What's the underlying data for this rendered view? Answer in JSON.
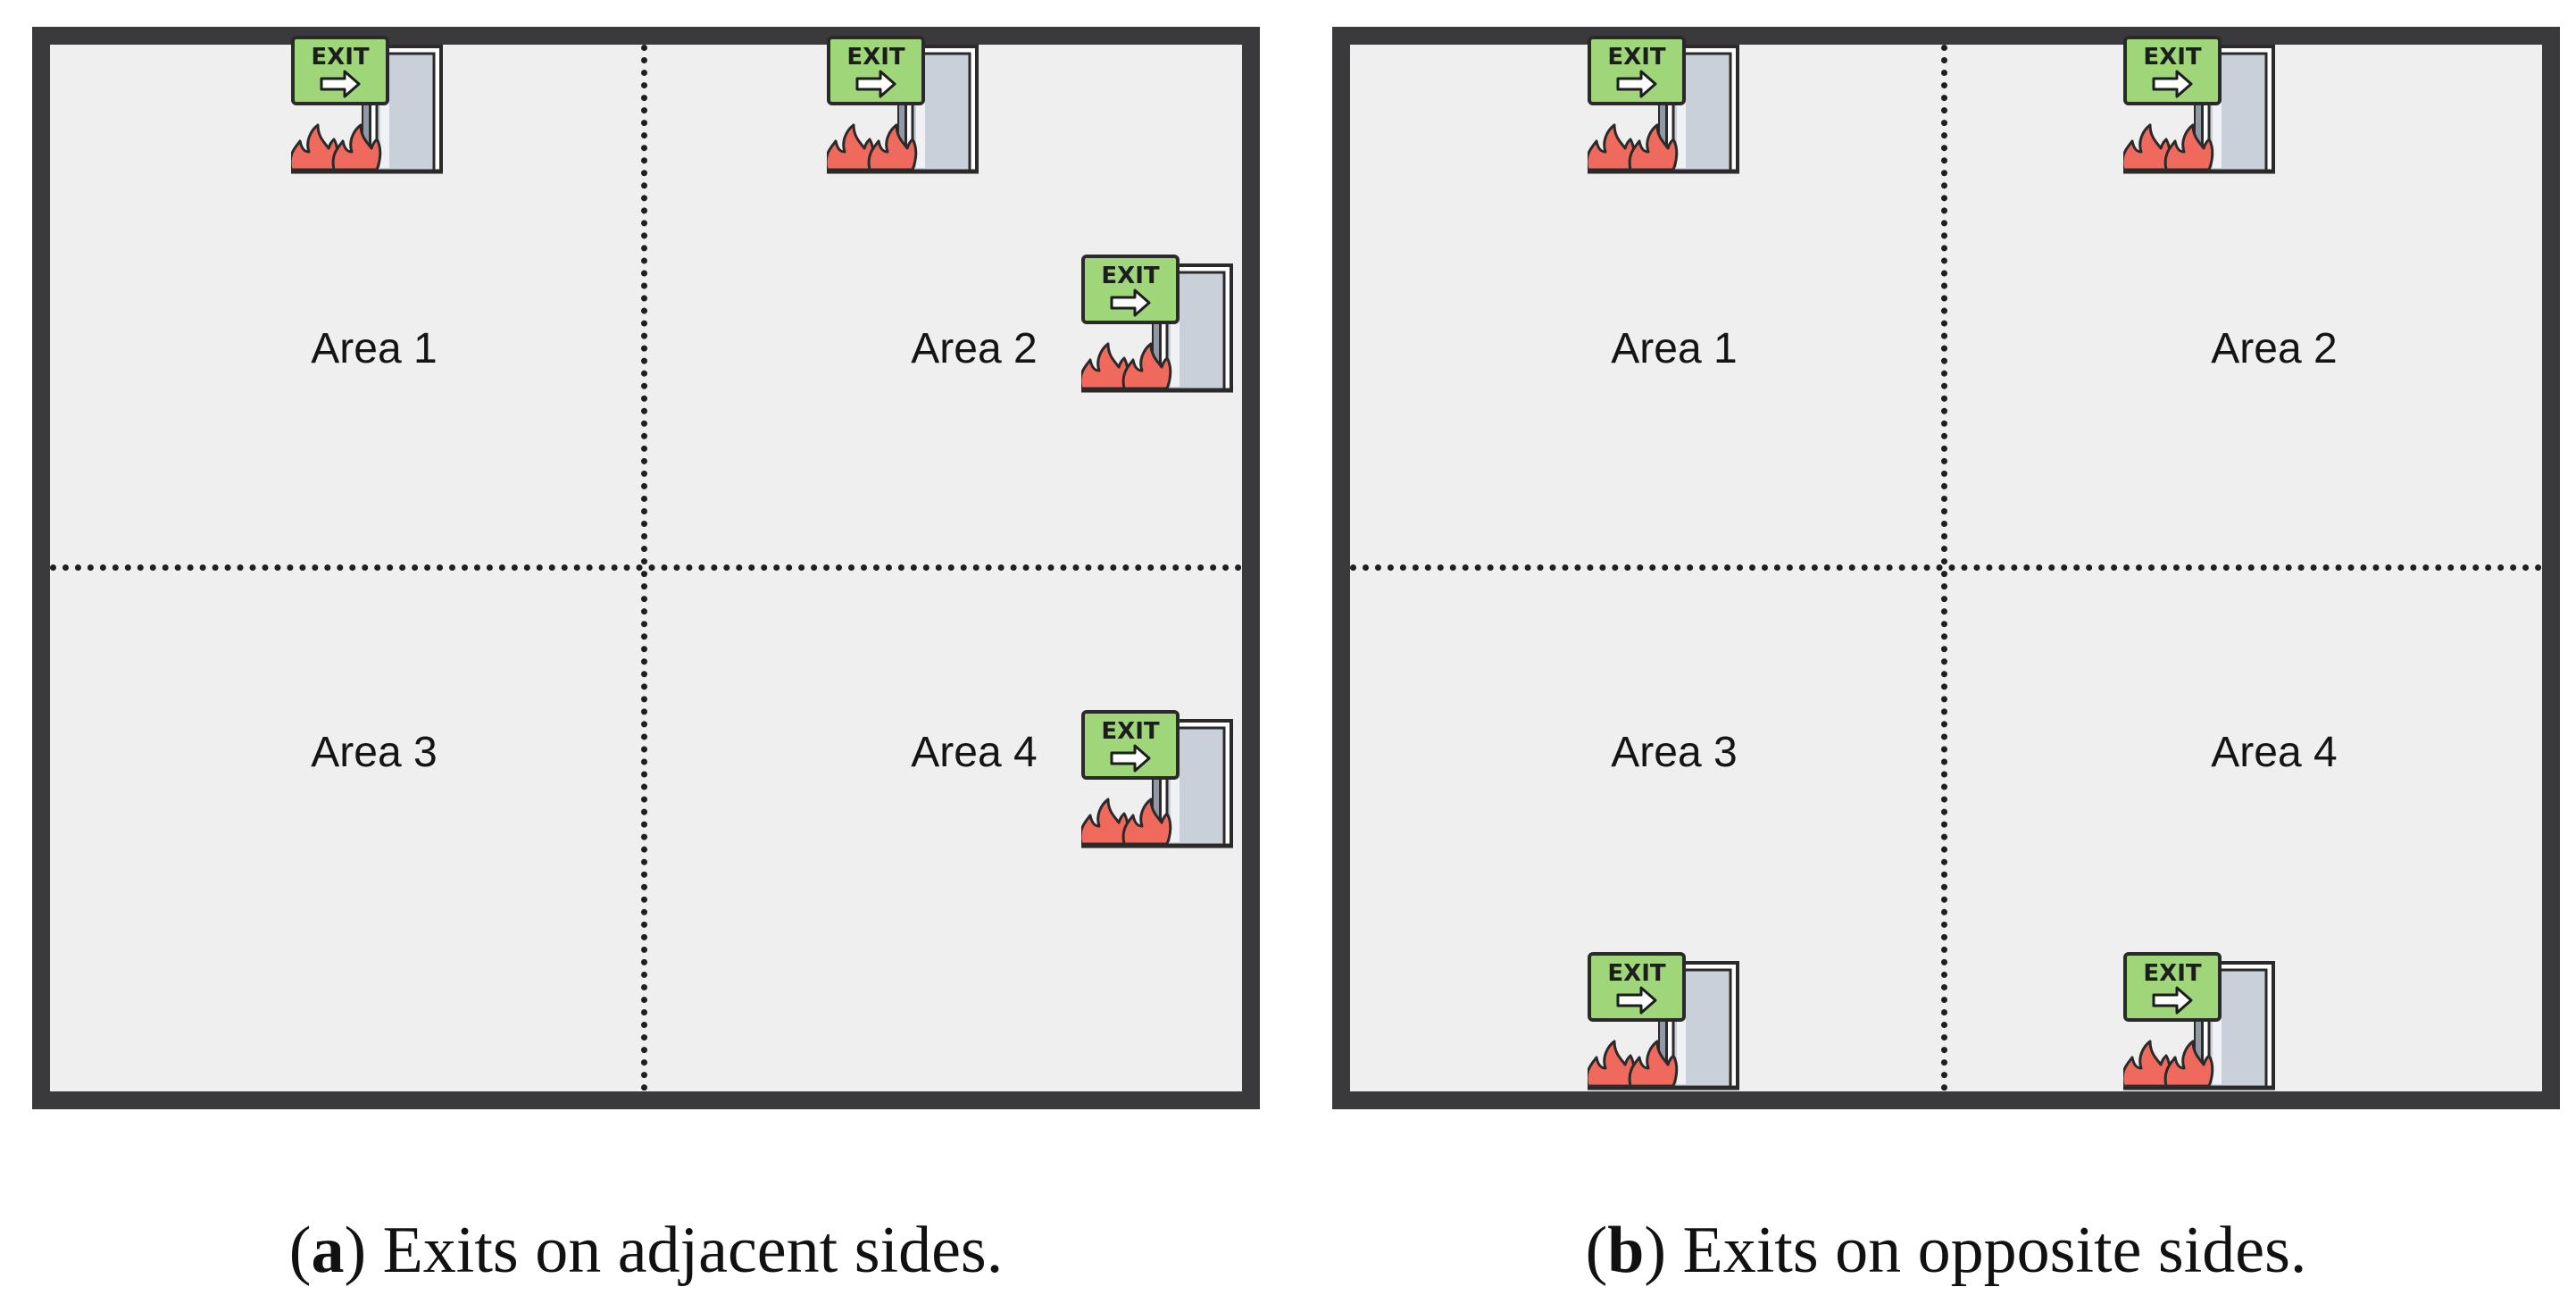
{
  "panels": [
    {
      "id": "a",
      "areas": [
        "Area 1",
        "Area 2",
        "Area 3",
        "Area 4"
      ],
      "exit_sign_text": "EXIT",
      "exits": [
        "Area 1 top wall",
        "Area 2 top wall",
        "Area 2 right wall",
        "Area 4 right wall"
      ],
      "caption": {
        "tag": "a",
        "text": " Exits on adjacent sides."
      }
    },
    {
      "id": "b",
      "areas": [
        "Area 1",
        "Area 2",
        "Area 3",
        "Area 4"
      ],
      "exit_sign_text": "EXIT",
      "exits": [
        "Area 1 top wall",
        "Area 2 top wall",
        "Area 3 bottom wall",
        "Area 4 bottom wall"
      ],
      "caption": {
        "tag": "b",
        "text": " Exits on opposite sides."
      }
    }
  ],
  "colors": {
    "wall": "#3a3a3c",
    "floor": "#efefef",
    "divider": "#1f1f1f",
    "exit_sign": "#9fd67a",
    "fire": "#ef6a5c",
    "door": "#c9d0da"
  },
  "icons": [
    "exit-sign-icon",
    "door-icon",
    "fire-icon"
  ]
}
